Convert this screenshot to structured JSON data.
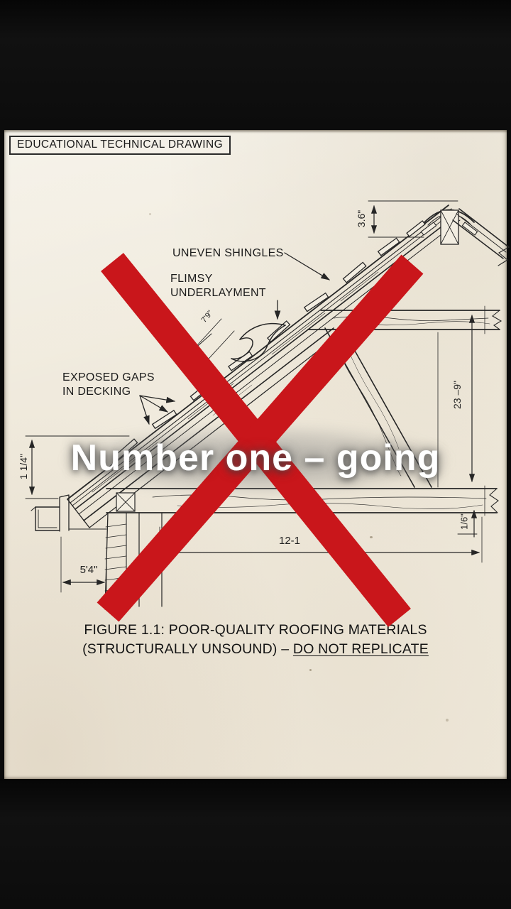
{
  "colors": {
    "paper": "#f0e9db",
    "ink": "#262626",
    "red_x": "#c9161b",
    "letterbox": "#0a0a0a",
    "subtitle_text": "#ffffff"
  },
  "sheet": {
    "badge": "EDUCATIONAL TECHNICAL DRAWING",
    "labels": {
      "uneven_shingles": "UNEVEN SHINGLES",
      "flimsy_line1": "FLIMSY",
      "flimsy_line2": "UNDERLAYMENT",
      "exposed_line1": "EXPOSED GAPS",
      "exposed_line2": "IN DECKING"
    },
    "dimensions": {
      "ridge_offset": "3.6\"",
      "right_span": "23 –9\"",
      "eave_height": "1 1/4\"",
      "beam_gap": "1/6\"",
      "bottom_span_visible": "12-1",
      "overhang": "5'4\"",
      "underlayment_note": "7'9\""
    },
    "caption": {
      "line1": "FIGURE 1.1:  POOR-QUALITY ROOFING MATERIALS",
      "line2_prefix": "(STRUCTURALLY UNSOUND) – ",
      "line2_underlined": "DO NOT REPLICATE"
    }
  },
  "overlay": {
    "subtitle": "Number one – going"
  }
}
